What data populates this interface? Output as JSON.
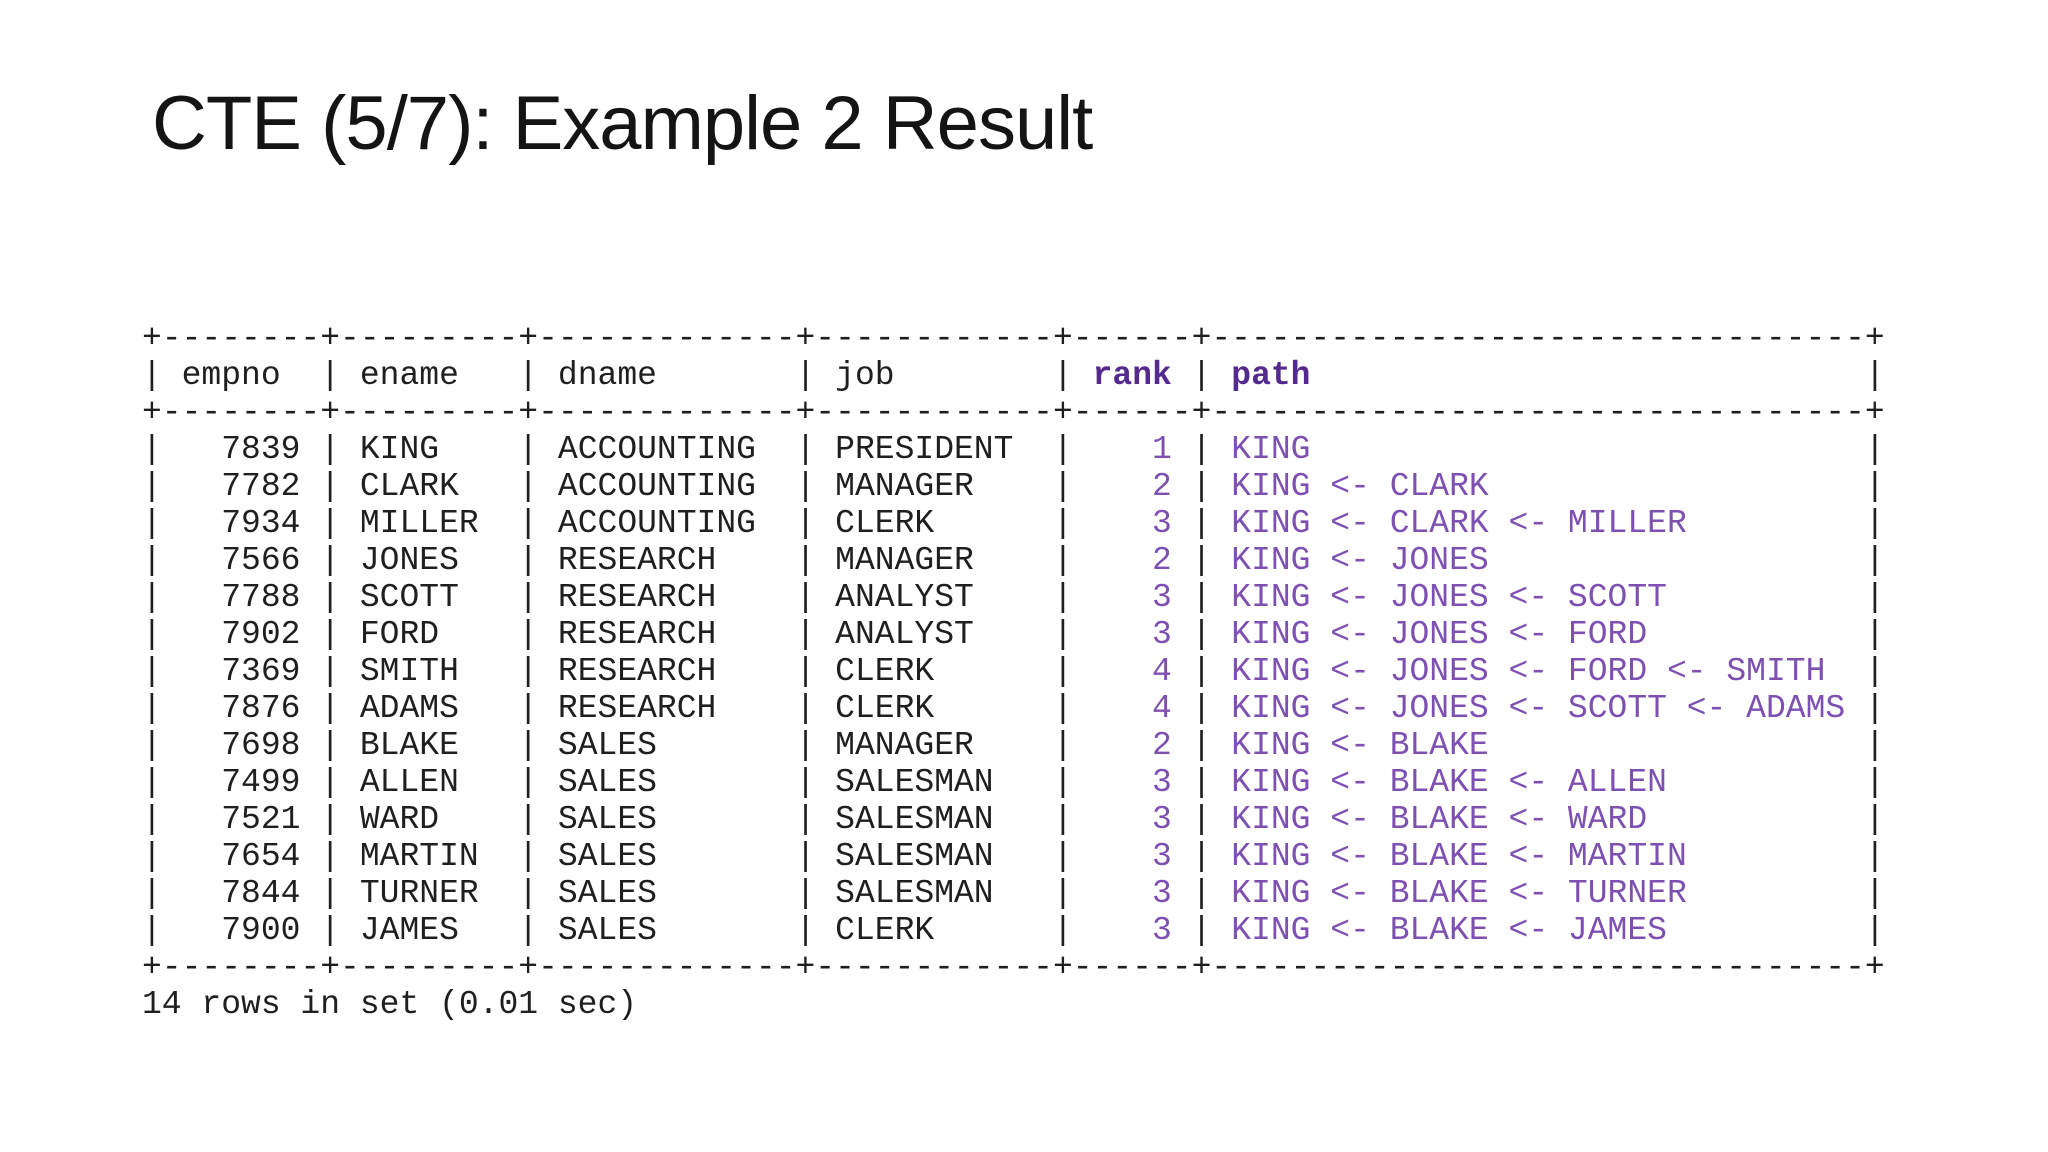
{
  "title": "CTE (5/7): Example 2 Result",
  "console": {
    "columns": [
      {
        "name": "empno",
        "width": 6,
        "align": "right",
        "accent": false
      },
      {
        "name": "ename",
        "width": 7,
        "align": "left",
        "accent": false
      },
      {
        "name": "dname",
        "width": 11,
        "align": "left",
        "accent": false
      },
      {
        "name": "job",
        "width": 10,
        "align": "left",
        "accent": false
      },
      {
        "name": "rank",
        "width": 4,
        "align": "right",
        "accent": true
      },
      {
        "name": "path",
        "width": 31,
        "align": "left",
        "accent": true
      }
    ],
    "rows": [
      [
        "7839",
        "KING",
        "ACCOUNTING",
        "PRESIDENT",
        "1",
        "KING"
      ],
      [
        "7782",
        "CLARK",
        "ACCOUNTING",
        "MANAGER",
        "2",
        "KING <- CLARK"
      ],
      [
        "7934",
        "MILLER",
        "ACCOUNTING",
        "CLERK",
        "3",
        "KING <- CLARK <- MILLER"
      ],
      [
        "7566",
        "JONES",
        "RESEARCH",
        "MANAGER",
        "2",
        "KING <- JONES"
      ],
      [
        "7788",
        "SCOTT",
        "RESEARCH",
        "ANALYST",
        "3",
        "KING <- JONES <- SCOTT"
      ],
      [
        "7902",
        "FORD",
        "RESEARCH",
        "ANALYST",
        "3",
        "KING <- JONES <- FORD"
      ],
      [
        "7369",
        "SMITH",
        "RESEARCH",
        "CLERK",
        "4",
        "KING <- JONES <- FORD <- SMITH"
      ],
      [
        "7876",
        "ADAMS",
        "RESEARCH",
        "CLERK",
        "4",
        "KING <- JONES <- SCOTT <- ADAMS"
      ],
      [
        "7698",
        "BLAKE",
        "SALES",
        "MANAGER",
        "2",
        "KING <- BLAKE"
      ],
      [
        "7499",
        "ALLEN",
        "SALES",
        "SALESMAN",
        "3",
        "KING <- BLAKE <- ALLEN"
      ],
      [
        "7521",
        "WARD",
        "SALES",
        "SALESMAN",
        "3",
        "KING <- BLAKE <- WARD"
      ],
      [
        "7654",
        "MARTIN",
        "SALES",
        "SALESMAN",
        "3",
        "KING <- BLAKE <- MARTIN"
      ],
      [
        "7844",
        "TURNER",
        "SALES",
        "SALESMAN",
        "3",
        "KING <- BLAKE <- TURNER"
      ],
      [
        "7900",
        "JAMES",
        "SALES",
        "CLERK",
        "3",
        "KING <- BLAKE <- JAMES"
      ]
    ],
    "footer": "14 rows in set (0.01 sec)"
  },
  "colors": {
    "text": "#1f1f1f",
    "accent_header": "#552a8e",
    "accent_value": "#7d50b2"
  }
}
